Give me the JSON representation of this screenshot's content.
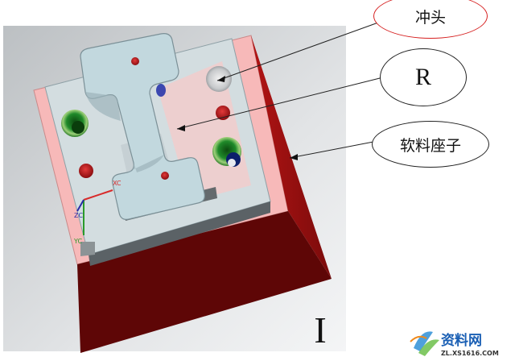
{
  "callouts": {
    "punch": "冲头",
    "r": "R",
    "soft_seat": "软料座子"
  },
  "part_label": "I",
  "axes": {
    "x": "XC",
    "y": "YC",
    "z": "ZC"
  },
  "watermark": {
    "brand": "资料网",
    "url": "ZL.XS1616.COM"
  },
  "colors": {
    "seat_pink": "#f7b9b9",
    "seat_side": "#8a1010",
    "seat_front": "#5e0606",
    "insert_gray": "#d8e2e4",
    "punch_blue": "#c2d8de",
    "callout_red_border": "#d62020",
    "hole_red": "#c0191f",
    "hole_green": "#1f8a2a"
  }
}
